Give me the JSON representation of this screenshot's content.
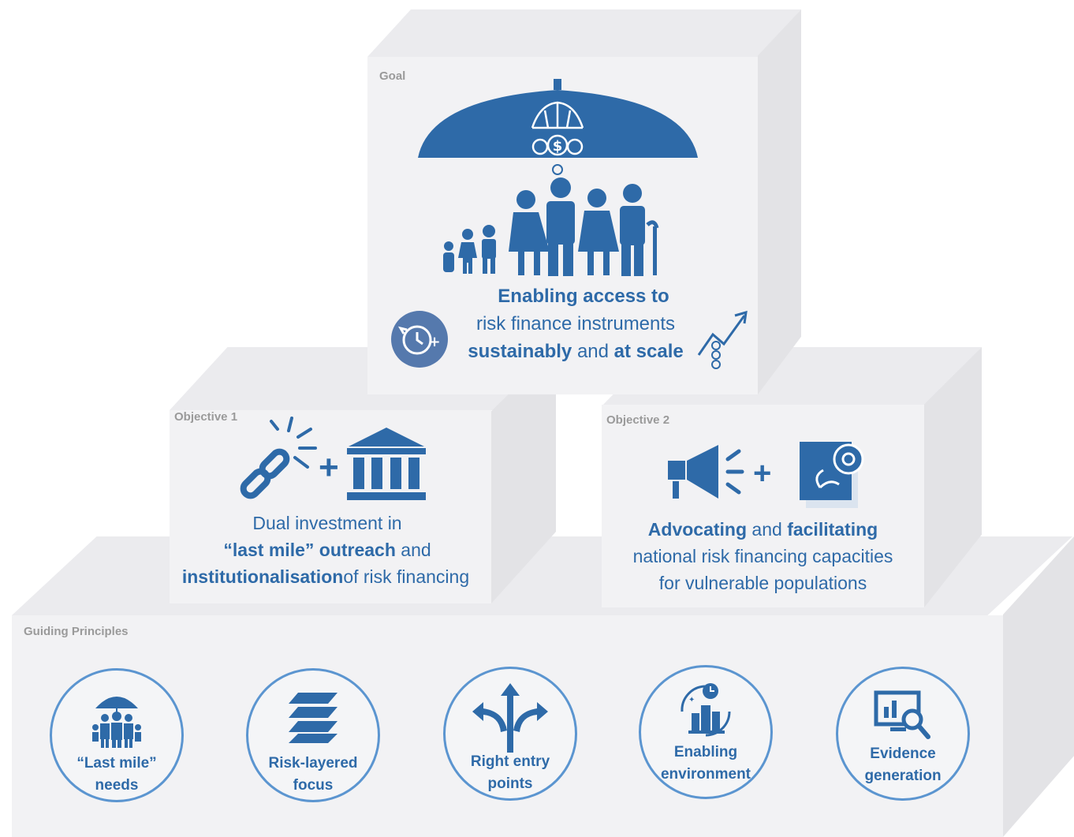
{
  "colors": {
    "accent": "#2e6aa8",
    "circle_border": "#5b95d0",
    "label_gray": "#9a9a9a",
    "box_face": "#f2f2f4"
  },
  "goal": {
    "label": "Goal",
    "line1": "Enabling access to",
    "line2": "risk finance instruments",
    "line3_bold1": "sustainably",
    "line3_mid": "and",
    "line3_bold2": "at scale",
    "icons": [
      "umbrella-icon",
      "family-icon",
      "clock-plus-icon",
      "growth-chart-icon"
    ]
  },
  "objective1": {
    "label": "Objective 1",
    "line1": "Dual investment in",
    "line2_bold": "“last mile” outreach",
    "line2_rest": "and",
    "line3_bold": "institutionalisation",
    "line3_rest": "of risk financing",
    "plus": "+",
    "icons": [
      "broken-chain-icon",
      "institution-icon"
    ]
  },
  "objective2": {
    "label": "Objective 2",
    "line1_bold1": "Advocating",
    "line1_mid": "and",
    "line1_bold2": "facilitating",
    "line2": "national risk financing capacities",
    "line3": "for vulnerable populations",
    "plus": "+",
    "icons": [
      "megaphone-icon",
      "settings-document-icon"
    ]
  },
  "principles": {
    "label": "Guiding Principles",
    "items": [
      {
        "line1": "“Last mile”",
        "line2": "needs",
        "icon": "family-umbrella-icon"
      },
      {
        "line1": "Risk-layered",
        "line2": "focus",
        "icon": "layers-icon"
      },
      {
        "line1": "Right entry",
        "line2": "points",
        "icon": "arrows-icon"
      },
      {
        "line1": "Enabling",
        "line2": "environment",
        "icon": "city-clock-icon"
      },
      {
        "line1": "Evidence",
        "line2": "generation",
        "icon": "analytics-search-icon"
      }
    ]
  }
}
